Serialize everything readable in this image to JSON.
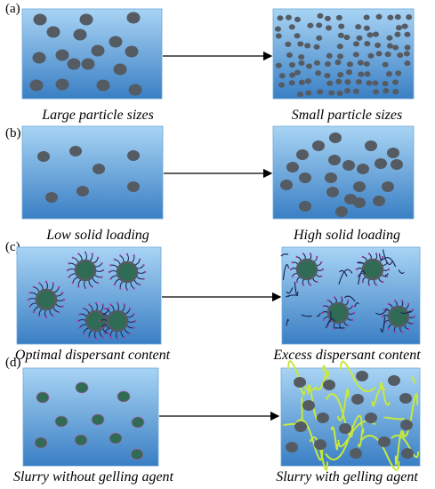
{
  "panels": [
    {
      "label": "(a)",
      "left_caption": "Large particle sizes",
      "right_caption": "Small particle sizes"
    },
    {
      "label": "(b)",
      "left_caption": "Low solid loading",
      "right_caption": "High solid loading"
    },
    {
      "label": "(c)",
      "left_caption": "Optimal dispersant content",
      "right_caption": "Excess dispersant content"
    },
    {
      "label": "(d)",
      "left_caption": "Slurry without gelling agent",
      "right_caption": "Slurry with gelling agent"
    }
  ],
  "colors": {
    "box_top": "#a8d4f4",
    "box_bottom": "#3a7fc4",
    "particle": "#555b63",
    "particle_green": "#2f6b55",
    "chain": "#1e2a5a",
    "dispersant_tip": "#a040a0",
    "gel": "#c8e83c",
    "arrow": "#000000"
  }
}
